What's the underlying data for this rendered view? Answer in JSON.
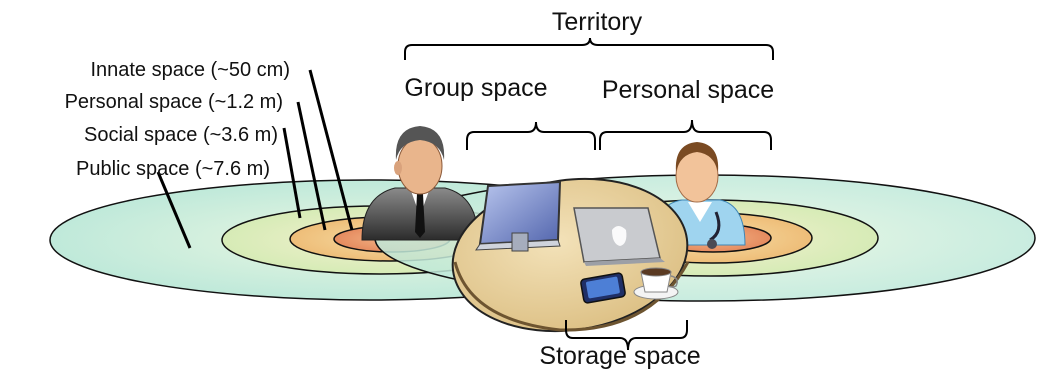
{
  "diagram": {
    "territory_label": "Territory",
    "group_space_label": "Group space",
    "personal_space_top_label": "Personal space",
    "storage_space_label": "Storage space",
    "zones": [
      {
        "id": "innate",
        "label": "Innate space (~50 cm)"
      },
      {
        "id": "personal",
        "label": "Personal space (~1.2 m)"
      },
      {
        "id": "social",
        "label": "Social space (~3.6 m)"
      },
      {
        "id": "public",
        "label": "Public space (~7.6 m)"
      }
    ]
  },
  "colors": {
    "public_zone": "#cdeee0",
    "social_zone": "#e2efc4",
    "personal_zone": "#f2cf8c",
    "innate_zone": "#ec9f73",
    "table": "#e9d3a2",
    "line": "#000000"
  },
  "icons": [
    "businessman-icon",
    "doctor-icon",
    "desktop-monitor-icon",
    "laptop-icon",
    "smartphone-icon",
    "coffee-cup-icon"
  ]
}
